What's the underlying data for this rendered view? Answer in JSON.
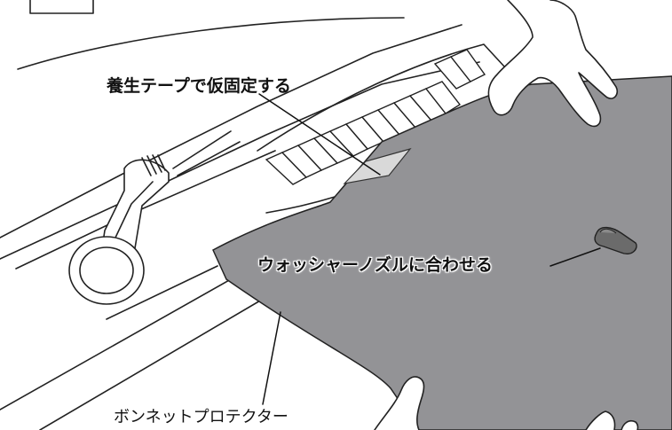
{
  "labels": {
    "tape": "養生テープで仮固定する",
    "nozzle": "ウォッシャーノズルに合わせる",
    "protector": "ボンネットプロテクター"
  },
  "colors": {
    "protector_sheet": "#939396",
    "tape": "#d9d9d9",
    "nozzle": "#6b6b6b",
    "line": "#222222",
    "background": "#ffffff"
  }
}
